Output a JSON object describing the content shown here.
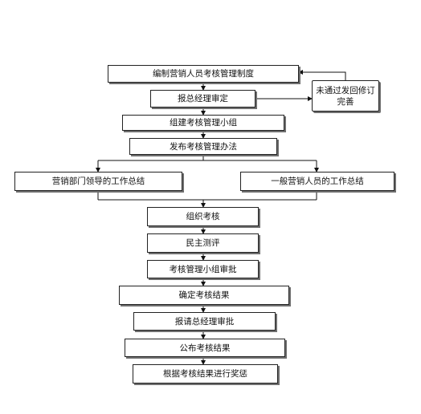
{
  "nodes": {
    "compile_rules": "编制营销人员考核管理制度",
    "report_gm_review": "报总经理审定",
    "revise_note": "未通过发回修订完善",
    "form_group": "组建考核管理小组",
    "publish_method": "发布考核管理办法",
    "dept_leader_summary": "营销部门领导的工作总结",
    "staff_summary": "一般营销人员的工作总结",
    "organize_assessment": "组织考核",
    "democratic_evaluation": "民主测评",
    "group_approval": "考核管理小组审批",
    "confirm_results": "确定考核结果",
    "request_gm_approval": "报请总经理审批",
    "announce_results": "公布考核结果",
    "reward_punish": "根据考核结果进行奖惩"
  }
}
